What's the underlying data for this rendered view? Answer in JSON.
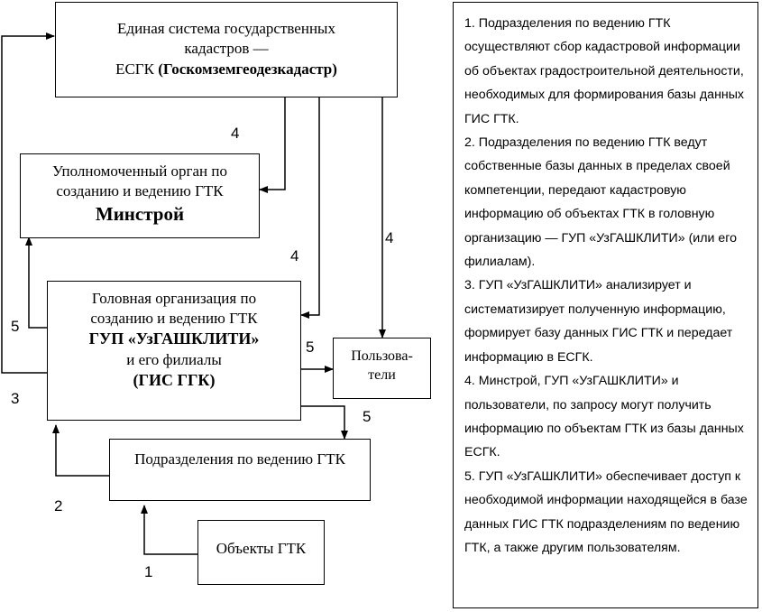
{
  "boxes": {
    "esgk": {
      "line1": "Единая система государственных",
      "line2": "кадастров —",
      "line3_plain": "ЕСГК ",
      "line3_bold": "(Госкомземгеодезкадастр)"
    },
    "minstroy": {
      "line1": "Уполномоченный орган по",
      "line2": "созданию и ведению ГТК",
      "line3": "Минстрой"
    },
    "gup": {
      "line1": "Головная организация по",
      "line2": "созданию и ведению ГТК",
      "line3": "ГУП «УзГАШКЛИТИ»",
      "line4": "и его филиалы",
      "line5": "(ГИС ГГК)"
    },
    "users": {
      "line1": "Пользова-",
      "line2": "тели"
    },
    "divisions": {
      "line1": "Подразделения по ведению ГТК"
    },
    "objects": {
      "line1": "Объекты ГТК"
    }
  },
  "labels": {
    "l4a": "4",
    "l4b": "4",
    "l4c": "4",
    "l5a": "5",
    "l5b": "5",
    "l5c": "5",
    "l3": "3",
    "l2": "2",
    "l1": "1"
  },
  "notes": [
    "1. Подразделения по ведению ГТК осуществляют сбор кадастровой информации об объектах градостроительной деятельности, необходимых для формирования базы данных ГИС ГТК.",
    "2. Подразделения по ведению ГТК ведут собственные базы данных в пределах своей компетенции, передают кадастровую информацию об объектах ГТК в головную организацию — ГУП «УзГАШКЛИТИ» (или его филиалам).",
    "3. ГУП «УзГАШКЛИТИ» анализирует и систематизирует полученную информацию, формирует базу данных ГИС ГТК и передает информацию в ЕСГК.",
    "4. Минстрой, ГУП «УзГАШКЛИТИ» и пользователи, по запросу могут получить информацию по объектам ГТК из базы данных ЕСГК.",
    "5. ГУП «УзГАШКЛИТИ» обеспечивает доступ к необходимой информации находящейся в базе данных ГИС ГТК подразделениям по ведению ГТК, а также другим пользователям."
  ]
}
